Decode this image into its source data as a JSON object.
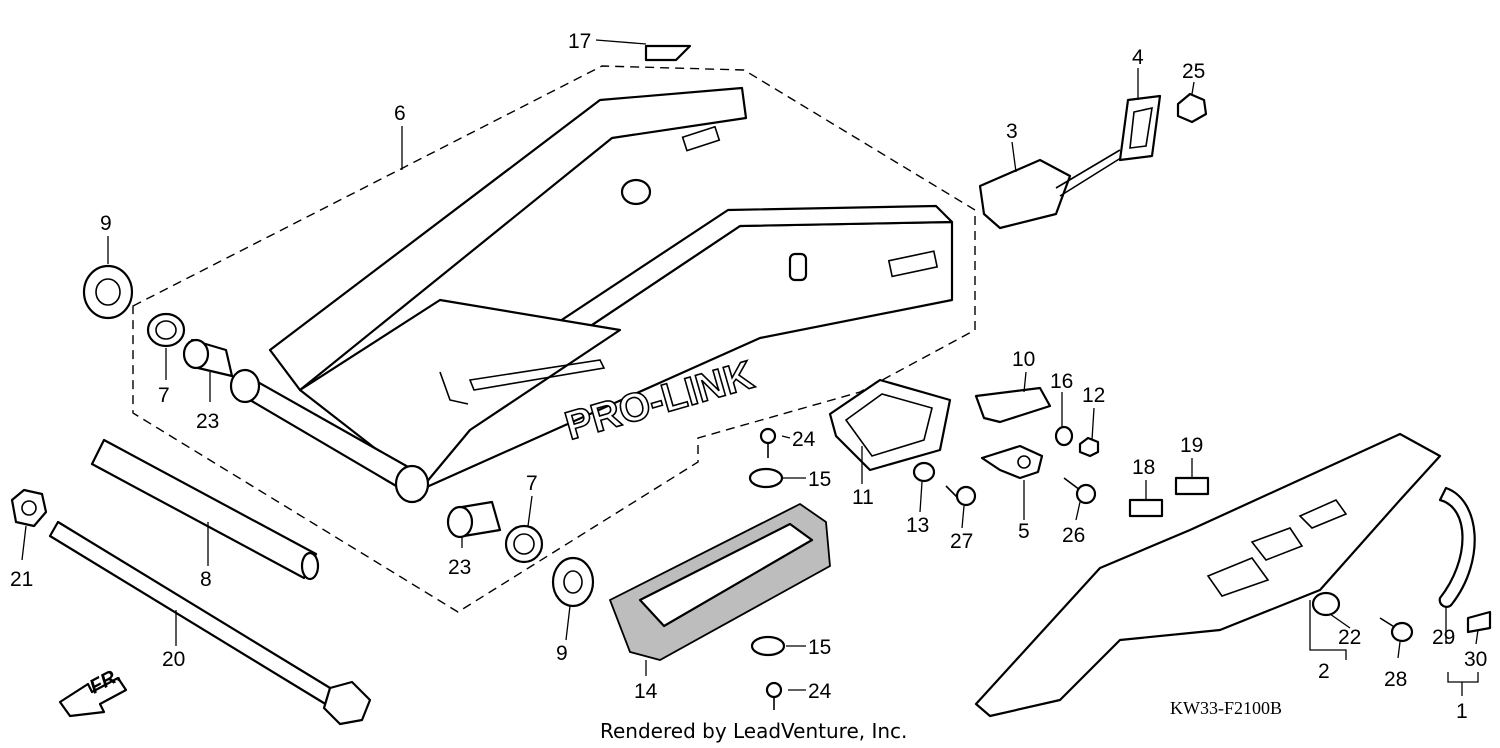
{
  "diagram_code": "KW33-F2100B",
  "credit": "Rendered by LeadVenture, Inc.",
  "brand_mark": "PRO-LINK",
  "direction_label": "FR.",
  "callouts": [
    {
      "id": "c1",
      "text": "1"
    },
    {
      "id": "c2",
      "text": "2"
    },
    {
      "id": "c3",
      "text": "3"
    },
    {
      "id": "c4",
      "text": "4"
    },
    {
      "id": "c5",
      "text": "5"
    },
    {
      "id": "c6",
      "text": "6"
    },
    {
      "id": "c7a",
      "text": "7"
    },
    {
      "id": "c7b",
      "text": "7"
    },
    {
      "id": "c8",
      "text": "8"
    },
    {
      "id": "c9a",
      "text": "9"
    },
    {
      "id": "c9b",
      "text": "9"
    },
    {
      "id": "c10",
      "text": "10"
    },
    {
      "id": "c11",
      "text": "11"
    },
    {
      "id": "c12",
      "text": "12"
    },
    {
      "id": "c13",
      "text": "13"
    },
    {
      "id": "c14",
      "text": "14"
    },
    {
      "id": "c15a",
      "text": "15"
    },
    {
      "id": "c15b",
      "text": "15"
    },
    {
      "id": "c16",
      "text": "16"
    },
    {
      "id": "c17",
      "text": "17"
    },
    {
      "id": "c18",
      "text": "18"
    },
    {
      "id": "c19",
      "text": "19"
    },
    {
      "id": "c20",
      "text": "20"
    },
    {
      "id": "c21",
      "text": "21"
    },
    {
      "id": "c22",
      "text": "22"
    },
    {
      "id": "c23a",
      "text": "23"
    },
    {
      "id": "c23b",
      "text": "23"
    },
    {
      "id": "c24a",
      "text": "24"
    },
    {
      "id": "c24b",
      "text": "24"
    },
    {
      "id": "c25",
      "text": "25"
    },
    {
      "id": "c26",
      "text": "26"
    },
    {
      "id": "c27",
      "text": "27"
    },
    {
      "id": "c28",
      "text": "28"
    },
    {
      "id": "c29",
      "text": "29"
    },
    {
      "id": "c30",
      "text": "30"
    }
  ]
}
